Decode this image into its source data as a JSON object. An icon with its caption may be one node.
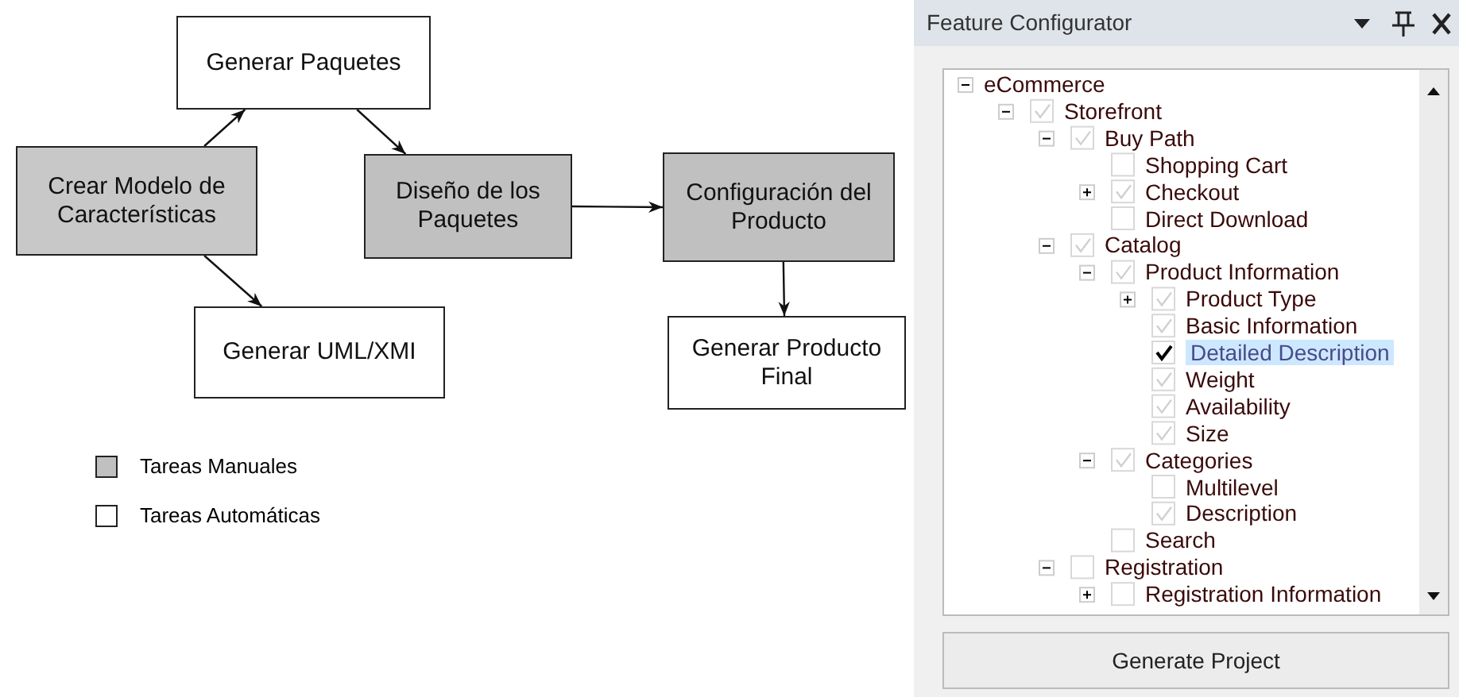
{
  "diagram": {
    "nodes": [
      {
        "text": [
          "Crear Modelo de Características"
        ]
      },
      {
        "text": [
          "Generar Paquetes"
        ]
      },
      {
        "text": [
          "Diseño de los Paquetes"
        ]
      },
      {
        "text": [
          "Generar UML/XMI"
        ]
      },
      {
        "text": [
          "Configuración del Producto"
        ]
      },
      {
        "text": [
          "Generar Producto Final"
        ]
      }
    ],
    "edges": [
      {
        "from": 0,
        "to": 1,
        "arrow": "to"
      },
      {
        "from": 1,
        "to": 2,
        "arrow": "to"
      },
      {
        "from": 0,
        "to": 3,
        "arrow": "to"
      },
      {
        "from": 2,
        "to": 4,
        "arrow": "to"
      },
      {
        "from": 4,
        "to": 5,
        "arrow": "to"
      }
    ],
    "labels": [
      "Feature Configurator",
      "eCommerce",
      "Storefront",
      "Buy Path",
      "Shopping Cart",
      "Checkout",
      "Direct Download",
      "Catalog",
      "Product Information",
      "Product Type",
      "Basic Information",
      "Detailed Description",
      "Weight",
      "Availability",
      "Size",
      "Categories",
      "Multilevel",
      "Description",
      "Search",
      "Registration",
      "Registration Information",
      "Generate Project"
    ],
    "legend": [
      {
        "text": "Tareas Manuales",
        "color": "#c0c0c0"
      },
      {
        "text": "Tareas Automáticas",
        "color": "#ffffff"
      }
    ]
  }
}
